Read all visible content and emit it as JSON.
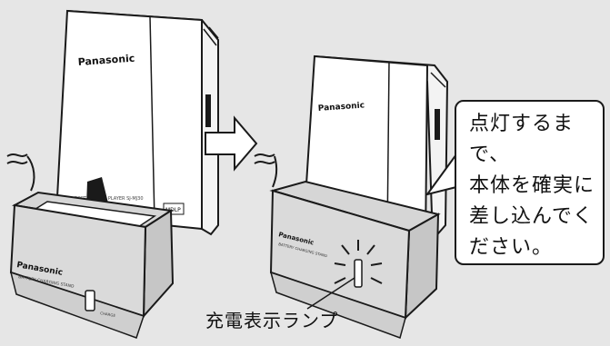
{
  "colors": {
    "background": "#e6e6e6",
    "device_body": "#ffffff",
    "charger_body": "#d6d6d6",
    "outline": "#1a1a1a"
  },
  "left_scene": {
    "player_brand": "Panasonic",
    "player_model_text": "PORTABLE MD PLAYER SJ-MJ30",
    "player_badge": "MDLP",
    "charger_brand": "Panasonic",
    "charger_model_text": "BATTERY CHARGING STAND",
    "charger_lamp_text": "CHARGE",
    "insert_arrow_icon": "down-arrow-icon",
    "cable_icon": "cable-squiggle-icon"
  },
  "transition_arrow_icon": "right-arrow-icon",
  "right_scene": {
    "player_brand": "Panasonic",
    "charger_brand": "Panasonic",
    "charger_model_text": "BATTERY CHARGING STAND",
    "lamp_glow_icon": "glow-rays-icon",
    "cable_icon": "cable-squiggle-icon"
  },
  "callout_text": "点灯するまで、\n本体を確実に\n差し込んでく\nださい。",
  "lamp_label": "充電表示ランプ"
}
